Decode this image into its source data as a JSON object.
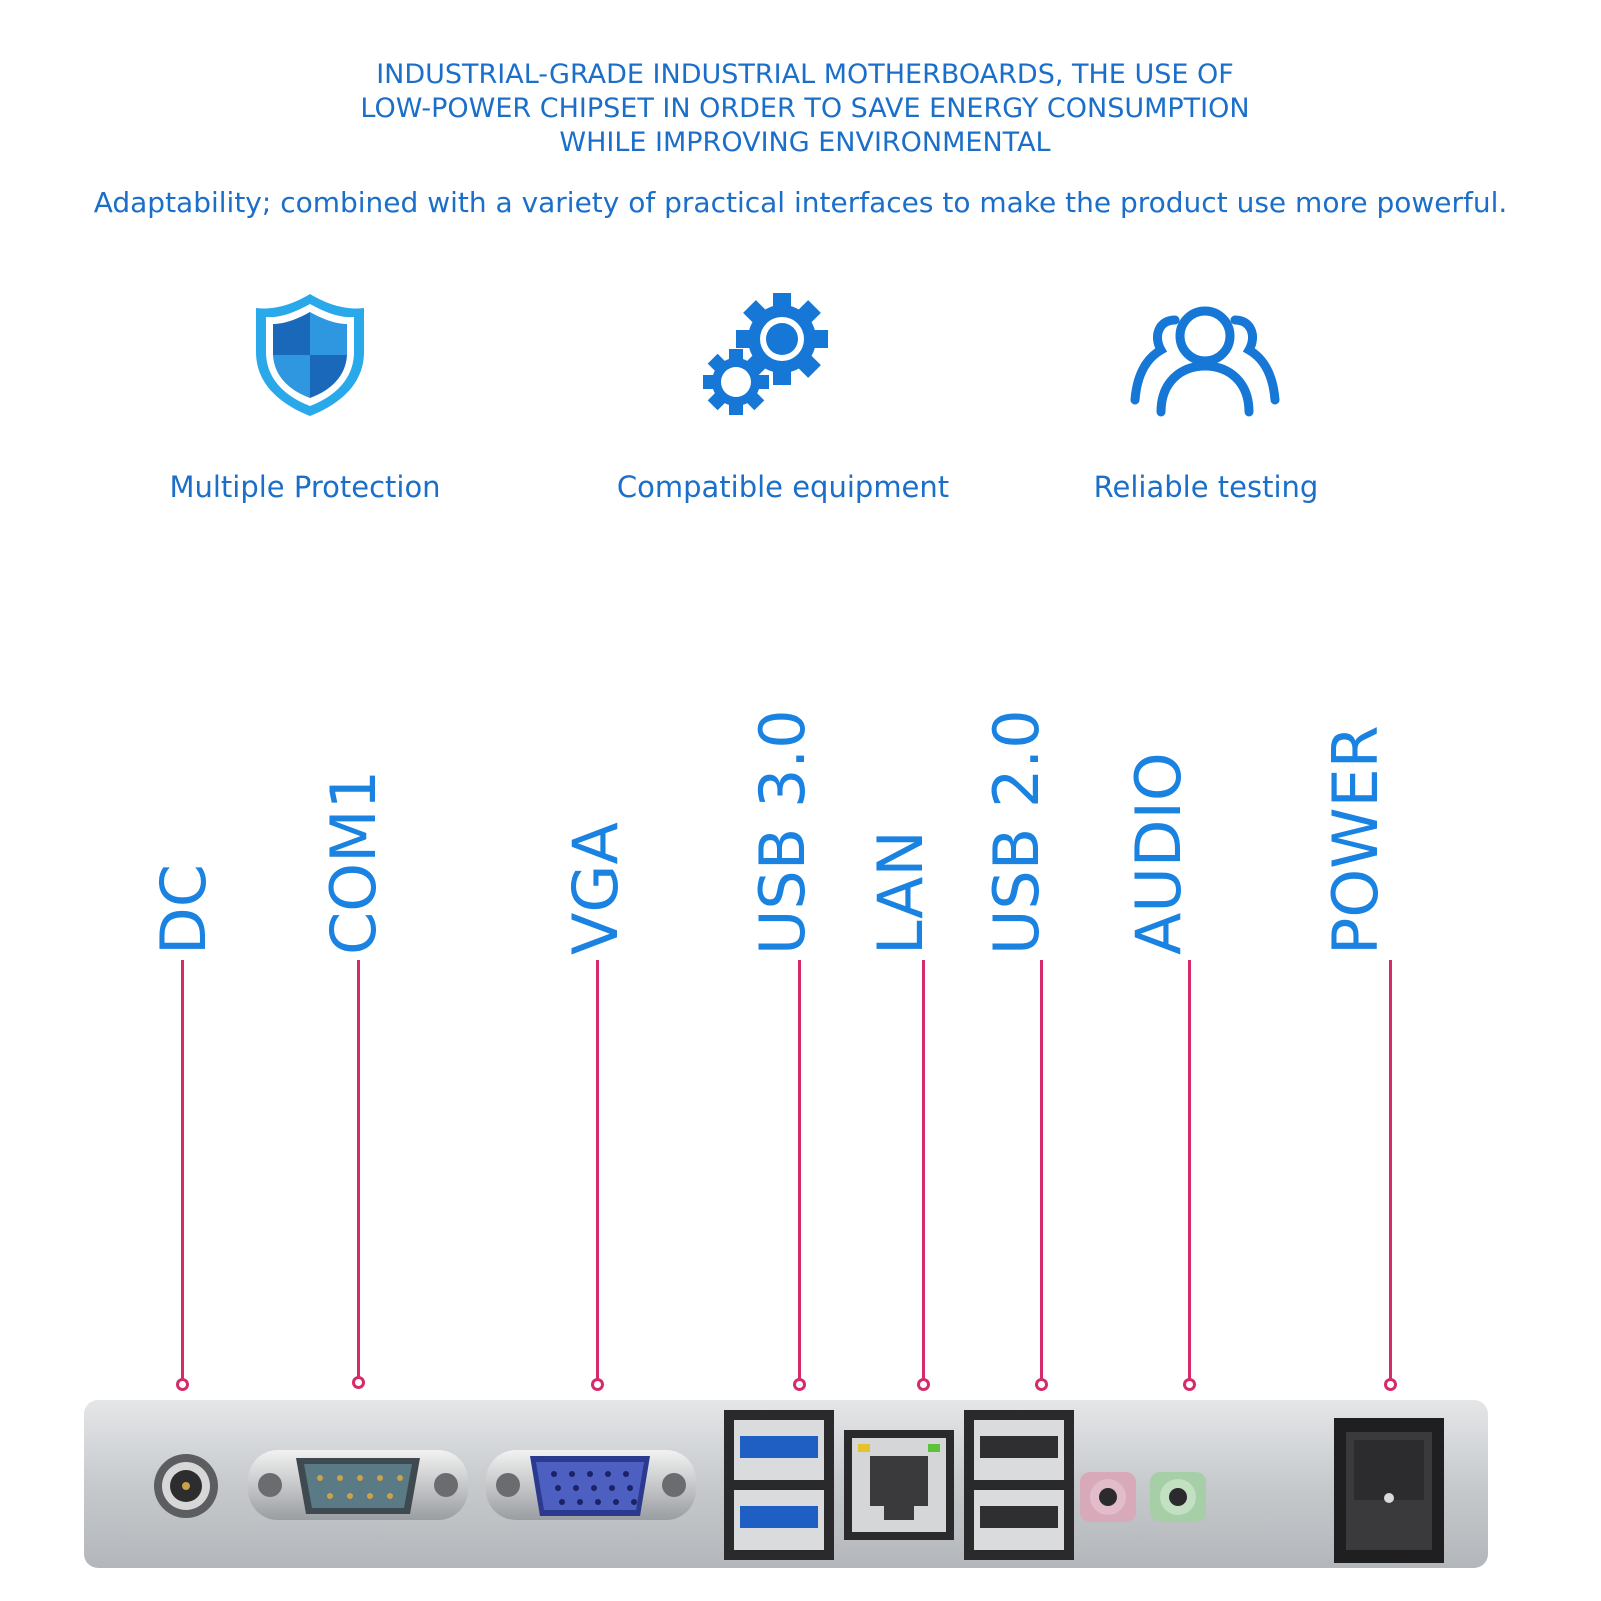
{
  "header": {
    "lines": [
      "INDUSTRIAL-GRADE INDUSTRIAL MOTHERBOARDS, THE USE OF",
      "LOW-POWER CHIPSET IN ORDER TO SAVE ENERGY CONSUMPTION",
      "WHILE IMPROVING ENVIRONMENTAL"
    ],
    "subtitle": "Adaptability; combined with a variety of practical interfaces to make the product use more powerful."
  },
  "features": [
    {
      "icon": "shield-icon",
      "label": "Multiple Protection"
    },
    {
      "icon": "gears-icon",
      "label": "Compatible equipment"
    },
    {
      "icon": "users-icon",
      "label": "Reliable testing"
    }
  ],
  "ports": [
    {
      "label": "DC"
    },
    {
      "label": "COM1"
    },
    {
      "label": "VGA"
    },
    {
      "label": "USB 3.0"
    },
    {
      "label": "LAN"
    },
    {
      "label": "USB 2.0"
    },
    {
      "label": "AUDIO"
    },
    {
      "label": "POWER"
    }
  ],
  "colors": {
    "text_blue": "#1b6fc9",
    "port_label_blue": "#1a82e0",
    "leader_line": "#d62b6a",
    "panel_metal": "#c9ccd0"
  }
}
